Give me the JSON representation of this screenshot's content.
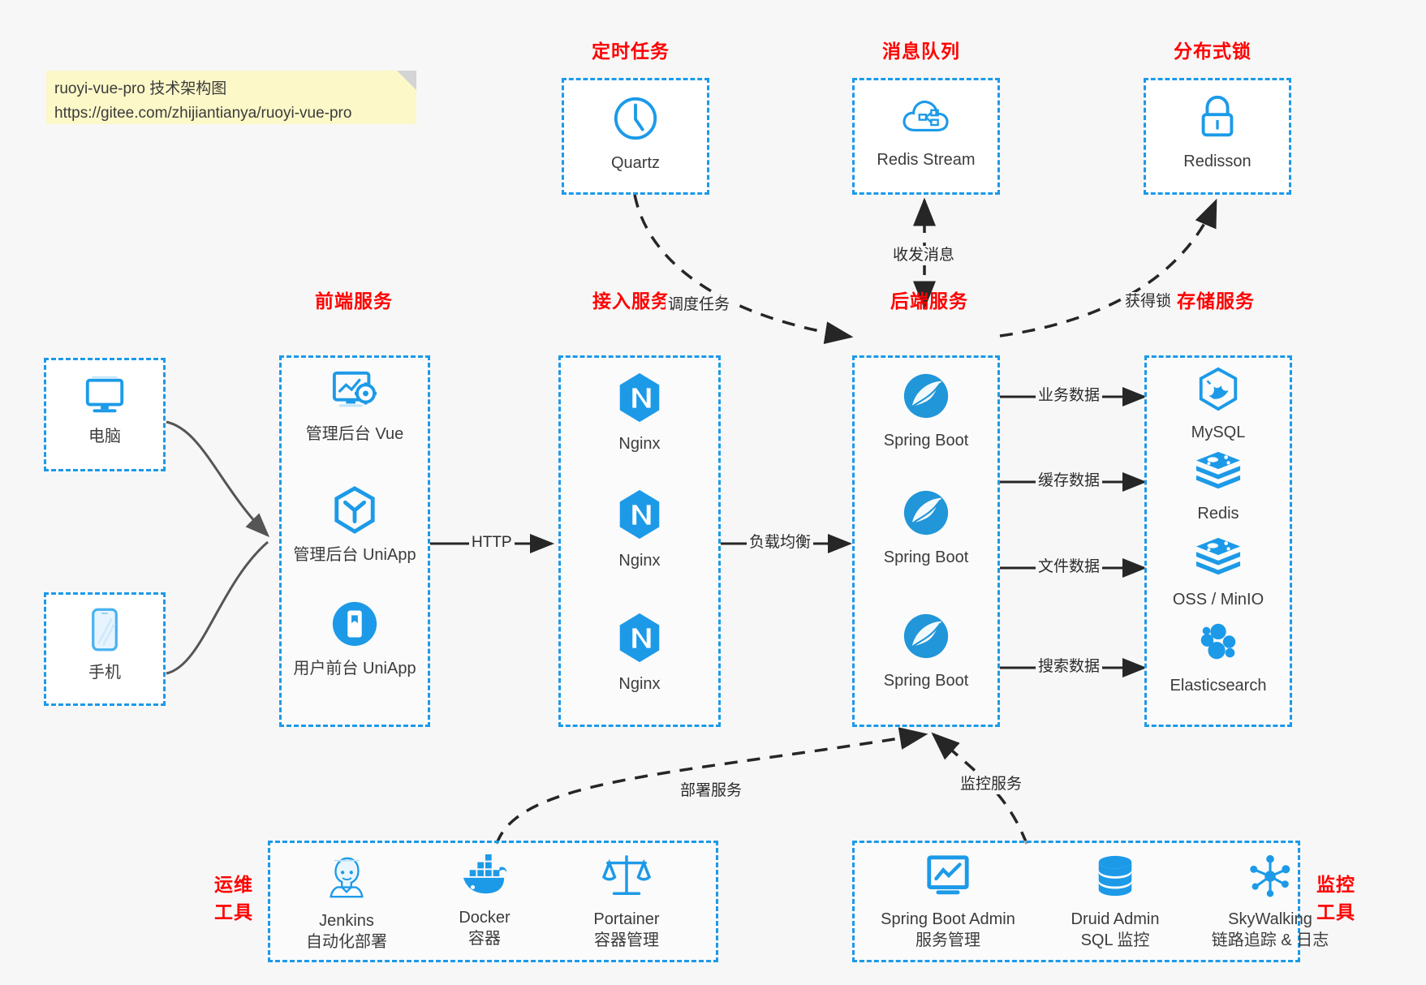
{
  "note": {
    "line1": "ruoyi-vue-pro 技术架构图",
    "line2": "https://gitee.com/zhijiantianya/ruoyi-vue-pro"
  },
  "groups": {
    "scheduler": "定时任务",
    "mq": "消息队列",
    "lock": "分布式锁",
    "frontend": "前端服务",
    "gateway": "接入服务",
    "backend": "后端服务",
    "storage": "存储服务",
    "devops_l1": "运维",
    "devops_l2": "工具",
    "monitor_l1": "监控",
    "monitor_l2": "工具"
  },
  "clients": [
    {
      "icon": "desktop-icon",
      "label": "电脑"
    },
    {
      "icon": "phone-icon",
      "label": "手机"
    }
  ],
  "scheduler_nodes": [
    {
      "icon": "clock-icon",
      "label": "Quartz"
    }
  ],
  "mq_nodes": [
    {
      "icon": "cloud-stream-icon",
      "label": "Redis Stream"
    }
  ],
  "lock_nodes": [
    {
      "icon": "padlock-icon",
      "label": "Redisson"
    }
  ],
  "frontend_nodes": [
    {
      "icon": "dashboard-gear-icon",
      "label": "管理后台 Vue"
    },
    {
      "icon": "uniapp-hex-icon",
      "label": "管理后台 UniApp"
    },
    {
      "icon": "mobile-app-icon",
      "label": "用户前台 UniApp"
    }
  ],
  "gateway_nodes": [
    {
      "icon": "nginx-icon",
      "label": "Nginx"
    },
    {
      "icon": "nginx-icon",
      "label": "Nginx"
    },
    {
      "icon": "nginx-icon",
      "label": "Nginx"
    }
  ],
  "backend_nodes": [
    {
      "icon": "spring-boot-icon",
      "label": "Spring Boot"
    },
    {
      "icon": "spring-boot-icon",
      "label": "Spring Boot"
    },
    {
      "icon": "spring-boot-icon",
      "label": "Spring Boot"
    }
  ],
  "storage_nodes": [
    {
      "icon": "mysql-icon",
      "label": "MySQL"
    },
    {
      "icon": "redis-icon",
      "label": "Redis"
    },
    {
      "icon": "redis-icon",
      "label": "OSS / MinIO"
    },
    {
      "icon": "elasticsearch-icon",
      "label": "Elasticsearch"
    }
  ],
  "devops_nodes": [
    {
      "icon": "jenkins-icon",
      "label": "Jenkins",
      "sub": "自动化部署"
    },
    {
      "icon": "docker-icon",
      "label": "Docker",
      "sub": "容器"
    },
    {
      "icon": "portainer-icon",
      "label": "Portainer",
      "sub": "容器管理"
    }
  ],
  "monitor_nodes": [
    {
      "icon": "monitor-chart-icon",
      "label": "Spring Boot Admin",
      "sub": "服务管理"
    },
    {
      "icon": "database-stack-icon",
      "label": "Druid Admin",
      "sub": "SQL 监控"
    },
    {
      "icon": "skywalking-icon",
      "label": "SkyWalking",
      "sub": "链路追踪 & 日志"
    }
  ],
  "edges": {
    "http": "HTTP",
    "load_balance": "负载均衡",
    "schedule_task": "调度任务",
    "send_receive_msg": "收发消息",
    "acquire_lock": "获得锁",
    "business_data": "业务数据",
    "cache_data": "缓存数据",
    "file_data": "文件数据",
    "search_data": "搜索数据",
    "deploy_service": "部署服务",
    "monitor_service": "监控服务"
  },
  "colors": {
    "accent_blue": "#1c9ae8",
    "title_red": "#ff0000",
    "wire_gray": "#555555",
    "wire_dark": "#262626",
    "note_yellow": "#fcf8c8",
    "background": "#f7f7f7"
  }
}
